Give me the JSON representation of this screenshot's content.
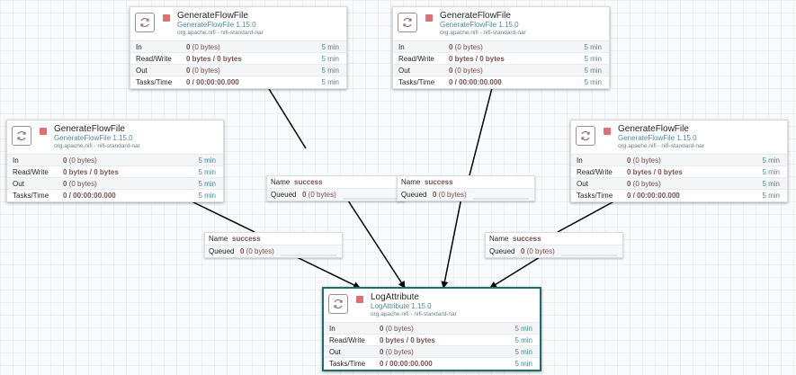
{
  "processors": [
    {
      "name": "GenerateFlowFile",
      "type": "GenerateFlowFile 1.15.0",
      "bundle": "org.apache.nifi - nifi-standard-nar",
      "icon": "processor-icon",
      "stats": [
        {
          "label": "In",
          "value": "0",
          "extra": " (0 bytes)",
          "time": "5 min"
        },
        {
          "label": "Read/Write",
          "value": "0 bytes / 0 bytes",
          "extra": "",
          "time": "5 min"
        },
        {
          "label": "Out",
          "value": "0",
          "extra": " (0 bytes)",
          "time": "5 min"
        },
        {
          "label": "Tasks/Time",
          "value": "0 / 00:00:00.000",
          "extra": "",
          "time": "5 min"
        }
      ]
    },
    {
      "name": "GenerateFlowFile",
      "type": "GenerateFlowFile 1.15.0",
      "bundle": "org.apache.nifi - nifi-standard-nar",
      "icon": "processor-icon",
      "stats": [
        {
          "label": "In",
          "value": "0",
          "extra": " (0 bytes)",
          "time": "5 min"
        },
        {
          "label": "Read/Write",
          "value": "0 bytes / 0 bytes",
          "extra": "",
          "time": "5 min"
        },
        {
          "label": "Out",
          "value": "0",
          "extra": " (0 bytes)",
          "time": "5 min"
        },
        {
          "label": "Tasks/Time",
          "value": "0 / 00:00:00.000",
          "extra": "",
          "time": "5 min"
        }
      ]
    },
    {
      "name": "GenerateFlowFile",
      "type": "GenerateFlowFile 1.15.0",
      "bundle": "org.apache.nifi - nifi-standard-nar",
      "icon": "processor-icon",
      "stats": [
        {
          "label": "In",
          "value": "0",
          "extra": " (0 bytes)",
          "time": "5 min"
        },
        {
          "label": "Read/Write",
          "value": "0 bytes / 0 bytes",
          "extra": "",
          "time": "5 min"
        },
        {
          "label": "Out",
          "value": "0",
          "extra": " (0 bytes)",
          "time": "5 min"
        },
        {
          "label": "Tasks/Time",
          "value": "0 / 00:00:00.000",
          "extra": "",
          "time": "5 min"
        }
      ]
    },
    {
      "name": "GenerateFlowFile",
      "type": "GenerateFlowFile 1.15.0",
      "bundle": "org.apache.nifi - nifi-standard-nar",
      "icon": "processor-icon",
      "stats": [
        {
          "label": "In",
          "value": "0",
          "extra": " (0 bytes)",
          "time": "5 min"
        },
        {
          "label": "Read/Write",
          "value": "0 bytes / 0 bytes",
          "extra": "",
          "time": "5 min"
        },
        {
          "label": "Out",
          "value": "0",
          "extra": " (0 bytes)",
          "time": "5 min"
        },
        {
          "label": "Tasks/Time",
          "value": "0 / 00:00:00.000",
          "extra": "",
          "time": "5 min"
        }
      ]
    },
    {
      "name": "LogAttribute",
      "type": "LogAttribute 1.15.0",
      "bundle": "org.apache.nifi - nifi-standard-nar",
      "icon": "processor-icon",
      "stats": [
        {
          "label": "In",
          "value": "0",
          "extra": " (0 bytes)",
          "time": "5 min"
        },
        {
          "label": "Read/Write",
          "value": "0 bytes / 0 bytes",
          "extra": "",
          "time": "5 min"
        },
        {
          "label": "Out",
          "value": "0",
          "extra": " (0 bytes)",
          "time": "5 min"
        },
        {
          "label": "Tasks/Time",
          "value": "0 / 00:00:00.000",
          "extra": "",
          "time": "5 min"
        }
      ]
    }
  ],
  "connections": [
    {
      "name_label": "Name",
      "name": "success",
      "queued_label": "Queued",
      "queued_count": "0",
      "queued_size": " (0 bytes)"
    },
    {
      "name_label": "Name",
      "name": "success",
      "queued_label": "Queued",
      "queued_count": "0",
      "queued_size": " (0 bytes)"
    },
    {
      "name_label": "Name",
      "name": "success",
      "queued_label": "Queued",
      "queued_count": "0",
      "queued_size": " (0 bytes)"
    },
    {
      "name_label": "Name",
      "name": "success",
      "queued_label": "Queued",
      "queued_count": "0",
      "queued_size": " (0 bytes)"
    }
  ],
  "colors": {
    "canvas_background": "#f9fafb",
    "stopped_status": "#e06f74",
    "value_text": "#775351",
    "type_text": "#4f8a9a",
    "selected_border": "#1e6b6d",
    "edge": "#000000"
  }
}
